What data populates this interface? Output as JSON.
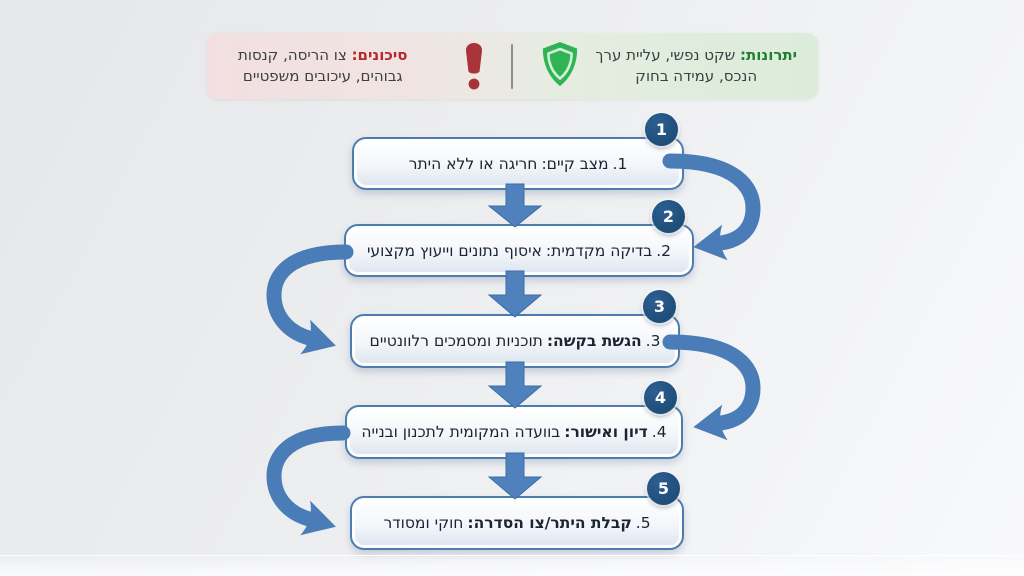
{
  "banner": {
    "risks": {
      "label": "סיכונים:",
      "text": "צו הריסה, קנסות גבוהים, עיכובים משפטיים"
    },
    "benefits": {
      "label": "יתרונות:",
      "text": "שקט נפשי, עליית ערך הנכס, עמידה בחוק"
    }
  },
  "flow": {
    "steps": [
      {
        "num": "1",
        "prefix": "1.",
        "label": "מצב קיים:",
        "text": "חריגה או ללא היתר"
      },
      {
        "num": "2",
        "prefix": "2.",
        "label": "בדיקה מקדמית:",
        "text": "איסוף נתונים וייעוץ מקצועי"
      },
      {
        "num": "3",
        "prefix": "3.",
        "label": "הגשת בקשה:",
        "text": "תוכניות ומסמכים רלוונטיים"
      },
      {
        "num": "4",
        "prefix": "4.",
        "label": "דיון ואישור:",
        "text": "בוועדה המקומית לתכנון ובנייה"
      },
      {
        "num": "5",
        "prefix": "5.",
        "label": "קבלת היתר/צו הסדרה:",
        "text": "חוקי ומסודר"
      }
    ]
  },
  "colors": {
    "arrow_blue": "#4f81bd",
    "badge_navy": "#1f4e79",
    "box_border_blue": "#4d7cb0",
    "risk_red": "#b3282d",
    "benefit_green": "#1e7e34",
    "shield_green": "#2eb453",
    "warning_red": "#a83338"
  }
}
